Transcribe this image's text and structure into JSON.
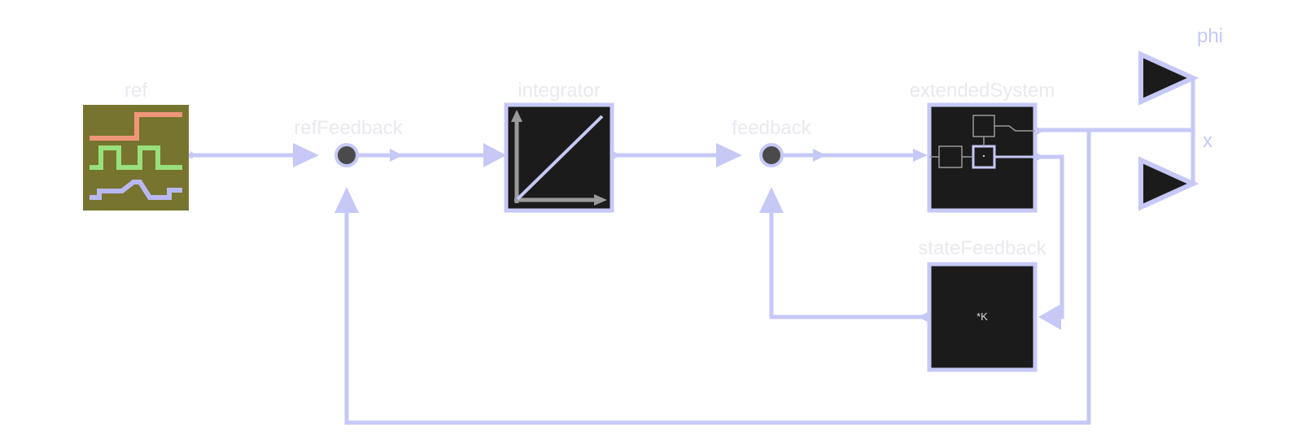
{
  "diagram": {
    "blocks": {
      "ref": "ref",
      "ref_feedback": "refFeedback",
      "integrator": "integrator",
      "feedback": "feedback",
      "extended_system": "extendedSystem",
      "state_feedback": "stateFeedback",
      "state_feedback_gain": "*K"
    },
    "outputs": {
      "phi": "phi",
      "x": "x"
    }
  },
  "colors": {
    "wire": "#c6c9f6",
    "label_faint": "#e9e9ef",
    "block_fill": "#1b1b1b",
    "ref_background": "#76742f",
    "signal_step": "#f0957a",
    "signal_pulse": "#98e07c",
    "signal_ramp": "#b8b8f2",
    "node_fill": "#4a4a4a"
  }
}
